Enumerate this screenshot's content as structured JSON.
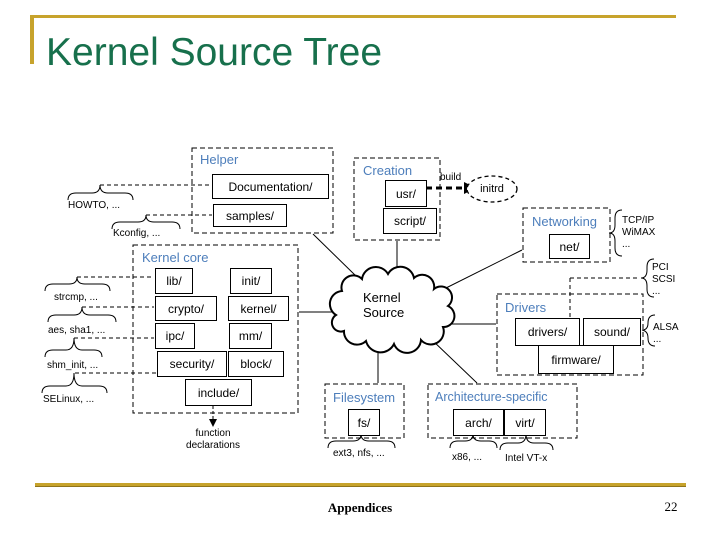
{
  "slide": {
    "title": "Kernel Source Tree",
    "footer": "Appendices",
    "page_number": "22"
  },
  "colors": {
    "accent_gold": "#C7A32C",
    "title_green": "#17704C",
    "group_label_blue": "#4D7EBB",
    "line_black": "#000000",
    "background": "#FFFFFF"
  },
  "cloud": {
    "line1": "Kernel",
    "line2": "Source"
  },
  "initrd": {
    "label": "initrd"
  },
  "groups": {
    "helper": {
      "label": "Helper",
      "items": {
        "documentation": "Documentation/",
        "samples": "samples/"
      }
    },
    "creation": {
      "label": "Creation",
      "items": {
        "usr": "usr/",
        "script": "script/"
      }
    },
    "networking": {
      "label": "Networking",
      "items": {
        "net": "net/"
      }
    },
    "kernel_core": {
      "label": "Kernel core",
      "items": {
        "lib": "lib/",
        "init": "init/",
        "crypto": "crypto/",
        "kernel": "kernel/",
        "ipc": "ipc/",
        "mm": "mm/",
        "security": "security/",
        "block": "block/",
        "include": "include/"
      }
    },
    "drivers": {
      "label": "Drivers",
      "items": {
        "drivers": "drivers/",
        "sound": "sound/",
        "firmware": "firmware/"
      }
    },
    "filesystem": {
      "label": "Filesystem",
      "items": {
        "fs": "fs/"
      }
    },
    "architecture": {
      "label": "Architecture-specific",
      "items": {
        "arch": "arch/",
        "virt": "virt/"
      }
    }
  },
  "annotations": {
    "build": "build",
    "howto": "HOWTO, ...",
    "kconfig": "Kconfig, ...",
    "strcmp": "strcmp, ...",
    "aes": "aes, sha1, ...",
    "shm_init": "shm_init, ...",
    "selinux": "SELinux, ...",
    "function_decl": {
      "line1": "function",
      "line2": "declarations"
    },
    "ext3": "ext3, nfs, ...",
    "x86": "x86, ...",
    "intel": "Intel VT-x",
    "tcpip": {
      "line1": "TCP/IP",
      "line2": "WiMAX",
      "line3": "..."
    },
    "pci": {
      "line1": "PCI",
      "line2": "SCSI",
      "line3": "..."
    },
    "alsa": {
      "line1": "ALSA",
      "line2": "..."
    }
  }
}
